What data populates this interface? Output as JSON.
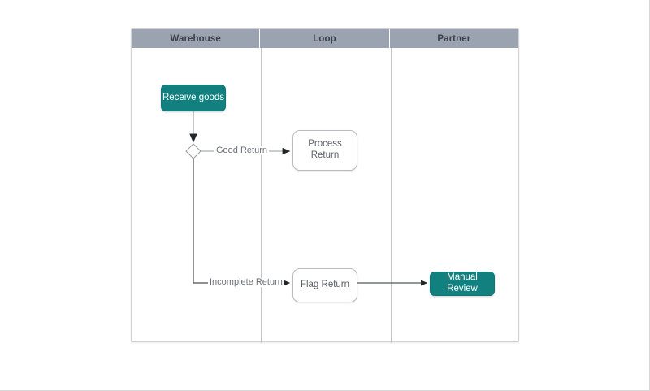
{
  "diagram": {
    "type": "swimlane-flowchart",
    "background": "#ffffff",
    "accent_color": "#12807f",
    "lane_header_color": "#9aa3af",
    "edge_color": "#9aa0a6",
    "lanes": [
      {
        "id": "warehouse",
        "label": "Warehouse"
      },
      {
        "id": "loop",
        "label": "Loop"
      },
      {
        "id": "partner",
        "label": "Partner"
      }
    ],
    "nodes": [
      {
        "id": "receive_goods",
        "label": "Receive goods",
        "lane": "warehouse",
        "shape": "rounded-rect",
        "style": "accent"
      },
      {
        "id": "gateway",
        "label": "",
        "lane": "warehouse",
        "shape": "diamond",
        "style": "plain"
      },
      {
        "id": "process_return",
        "label": "Process\nReturn",
        "lane": "loop",
        "shape": "rounded-rect",
        "style": "plain"
      },
      {
        "id": "flag_return",
        "label": "Flag Return",
        "lane": "loop",
        "shape": "rounded-rect",
        "style": "plain"
      },
      {
        "id": "manual_review",
        "label": "Manual Review",
        "lane": "partner",
        "shape": "rounded-rect",
        "style": "accent"
      }
    ],
    "edges": [
      {
        "id": "e1",
        "from": "receive_goods",
        "to": "gateway",
        "label": ""
      },
      {
        "id": "e2",
        "from": "gateway",
        "to": "process_return",
        "label": "Good Return"
      },
      {
        "id": "e3",
        "from": "gateway",
        "to": "flag_return",
        "label": "Incomplete Return"
      },
      {
        "id": "e4",
        "from": "flag_return",
        "to": "manual_review",
        "label": ""
      }
    ]
  }
}
